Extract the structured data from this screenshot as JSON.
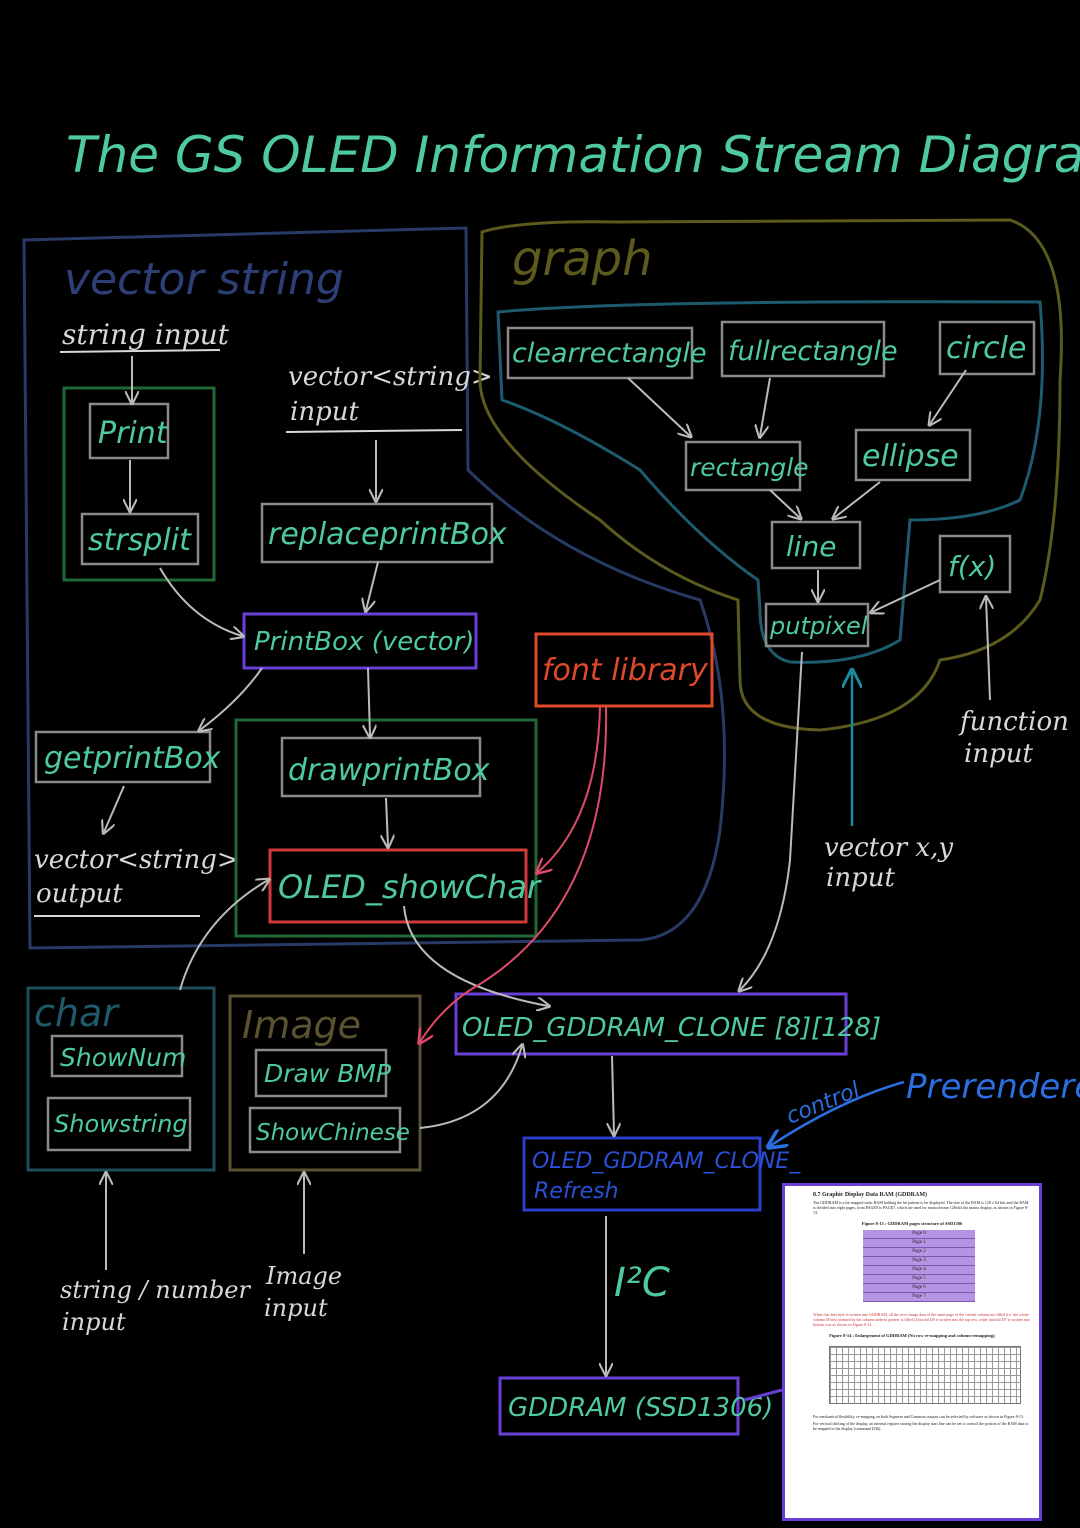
{
  "title": "The GS OLED Information Stream Diagram",
  "groups": {
    "vector_string": "vector string",
    "graph": "graph",
    "char": "char",
    "image": "Image"
  },
  "nodes": {
    "print": "Print",
    "strsplit": "strsplit",
    "replaceprintbox": "replaceprintBox",
    "printbox_vector": "PrintBox (vector)",
    "getprintbox": "getprintBox",
    "drawprintbox": "drawprintBox",
    "oled_showchar": "OLED_showChar",
    "font_library": "font library",
    "clearrectangle": "clearrectangle",
    "fullrectangle": "fullrectangle",
    "circle": "circle",
    "rectangle": "rectangle",
    "ellipse": "ellipse",
    "line": "line",
    "fx": "f(x)",
    "putpixel": "putpixel",
    "shownum": "ShowNum",
    "showstring": "Showstring",
    "drawbmp": "Draw BMP",
    "showchinese": "ShowChinese",
    "gddram_clone": "OLED_GDDRAM_CLONE [8][128]",
    "clone_refresh_1": "OLED_GDDRAM_CLONE_",
    "clone_refresh_2": "Refresh",
    "gddram": "GDDRAM (SSD1306)"
  },
  "labels": {
    "string_input": "string input",
    "vector_string_input_1": "vector<string>",
    "vector_string_input_2": "input",
    "vector_string_output_1": "vector<string>",
    "vector_string_output_2": "output",
    "function_input_1": "function",
    "function_input_2": "input",
    "vector_xy_input_1": "vector x,y",
    "vector_xy_input_2": "input",
    "string_number_input_1": "string / number",
    "string_number_input_2": "input",
    "image_input_1": "Image",
    "image_input_2": "input",
    "i2c": "I²C",
    "control": "control",
    "prerendered": "Prerendered"
  },
  "document": {
    "heading": "8.7    Graphic Display Data RAM (GDDRAM)",
    "para1": "The GDDRAM is a bit mapped static RAM holding the bit pattern to be displayed. The size of the RAM is 128 x 64 bits and the RAM is divided into eight pages, from PAGE0 to PAGE7, which are used for monochrome 128x64 dot matrix display, as shown in Figure 8-13.",
    "fig1": "Figure 8-13 : GDDRAM pages structure of SSD1306",
    "pages": [
      "Page 0",
      "Page 1",
      "Page 2",
      "Page 3",
      "Page 4",
      "Page 5",
      "Page 6",
      "Page 7"
    ],
    "para2": "When one data byte is written into GDDRAM, all the rows image data of the same page of the current column are filled (i.e. the whole column (8 bits) pointed by the column address pointer is filled.) Data bit D0 is written into the top row, while data bit D7 is written into bottom row as shown in Figure 8-14.",
    "fig2": "Figure 8-14 : Enlargement of GDDRAM (No row re-mapping and column-remapping)",
    "para3": "For mechanical flexibility, re-mapping on both Segment and Common outputs can be selected by software as shown in Figure 8-13.",
    "para4": "For vertical shifting of the display, an internal register storing the display start line can be set to control the portion of the RAM data to be mapped to the display (command D3h)."
  },
  "colors": {
    "title": "#4ec9a4",
    "vector_string_group": "#2a3a66",
    "graph_group": "#5c5a1c",
    "graph_inner": "#1e5a6e",
    "print_group": "#1f6a36",
    "node_border": "#8a8a8a",
    "printbox": "#6a3fd8",
    "oled_showchar": "#d23a3a",
    "font_library": "#e04a2a",
    "char_group": "#1e4f5a",
    "image_group": "#5a5230",
    "gddram_clone": "#6a3fd8",
    "clone_refresh": "#2a40c8",
    "prerendered": "#2a6ee0"
  }
}
